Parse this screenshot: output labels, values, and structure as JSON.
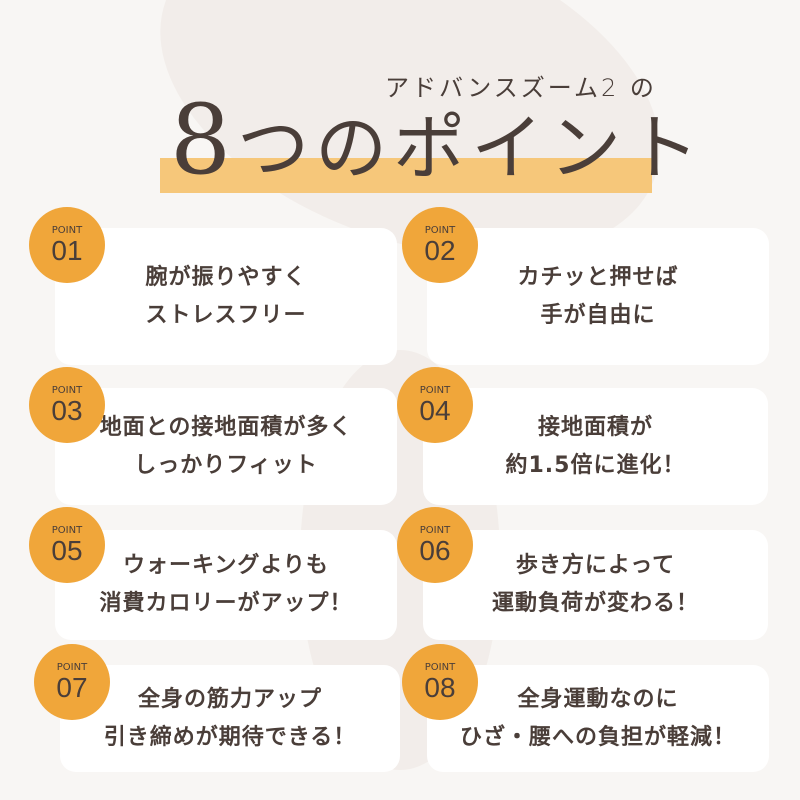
{
  "header": {
    "subtitle": "アドバンスズーム2 の",
    "title_number": "8",
    "title_rest": "つのポイント"
  },
  "colors": {
    "accent": "#f0a63a",
    "highlight": "#f6c77a",
    "text": "#4a3e39"
  },
  "points": [
    {
      "label": "POINT",
      "number": "01",
      "line1": "腕が振りやすく",
      "line2": "ストレスフリー"
    },
    {
      "label": "POINT",
      "number": "02",
      "line1": "カチッと押せば",
      "line2": "手が自由に"
    },
    {
      "label": "POINT",
      "number": "03",
      "line1": "地面との接地面積が多く",
      "line2": "しっかりフィット"
    },
    {
      "label": "POINT",
      "number": "04",
      "line1": "接地面積が",
      "line2": "約1.5倍に進化！"
    },
    {
      "label": "POINT",
      "number": "05",
      "line1": "ウォーキングよりも",
      "line2": "消費カロリーがアップ！"
    },
    {
      "label": "POINT",
      "number": "06",
      "line1": "歩き方によって",
      "line2": "運動負荷が変わる！"
    },
    {
      "label": "POINT",
      "number": "07",
      "line1": "全身の筋力アップ",
      "line2": "引き締めが期待できる！"
    },
    {
      "label": "POINT",
      "number": "08",
      "line1": "全身運動なのに",
      "line2": "ひざ・腰への負担が軽減！"
    }
  ]
}
